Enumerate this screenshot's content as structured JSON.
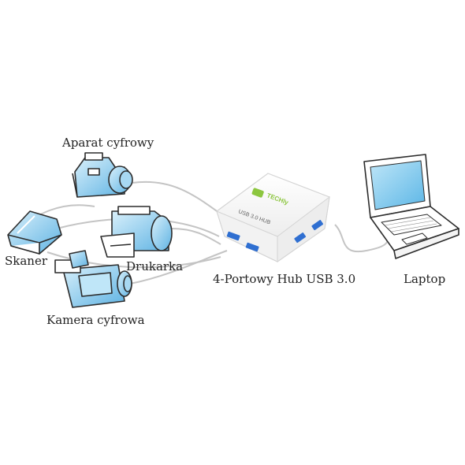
{
  "labels": {
    "digital_camera": "Aparat cyfrowy",
    "scanner": "Skaner",
    "printer": "Drukarka",
    "hub": "4-Portowy Hub USB 3.0",
    "laptop": "Laptop",
    "camcorder": "Kamera cyfrowa"
  },
  "hub_text": {
    "brand": "TECHly",
    "model": "USB 3.0 HUB"
  },
  "colors": {
    "device_blue": "#79c3ea",
    "device_blue_light": "#cfeaf8",
    "outline": "#2c2c2c",
    "cable": "#bdbdbd",
    "brand_green": "#8cc63f"
  }
}
